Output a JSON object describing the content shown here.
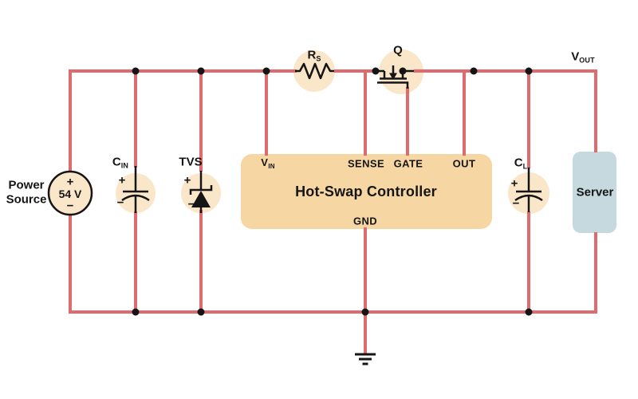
{
  "colors": {
    "wire": "#E06B6F",
    "component_fill": "#FAE6C8",
    "controller_fill": "#F6D6A3",
    "server_fill": "#C5D9DF",
    "ink": "#151515"
  },
  "power_source": {
    "label_line1": "Power",
    "label_line2": "Source",
    "plus": "+",
    "voltage": "54 V",
    "minus": "−"
  },
  "components": {
    "cin": {
      "base": "C",
      "sub": "IN",
      "plus": "+",
      "minus": "−"
    },
    "tvs": {
      "label": "TVS",
      "plus": "+",
      "minus": "−"
    },
    "rs": {
      "base": "R",
      "sub": "S"
    },
    "q": {
      "label": "Q"
    },
    "cl": {
      "base": "C",
      "sub": "L",
      "plus": "+",
      "minus": "−"
    },
    "vout": {
      "base": "V",
      "sub": "OUT"
    }
  },
  "controller": {
    "title": "Hot-Swap Controller",
    "pins": {
      "vin": {
        "base": "V",
        "sub": "IN"
      },
      "sense": "SENSE",
      "gate": "GATE",
      "out": "OUT",
      "gnd": "GND"
    }
  },
  "server": {
    "label": "Server"
  }
}
